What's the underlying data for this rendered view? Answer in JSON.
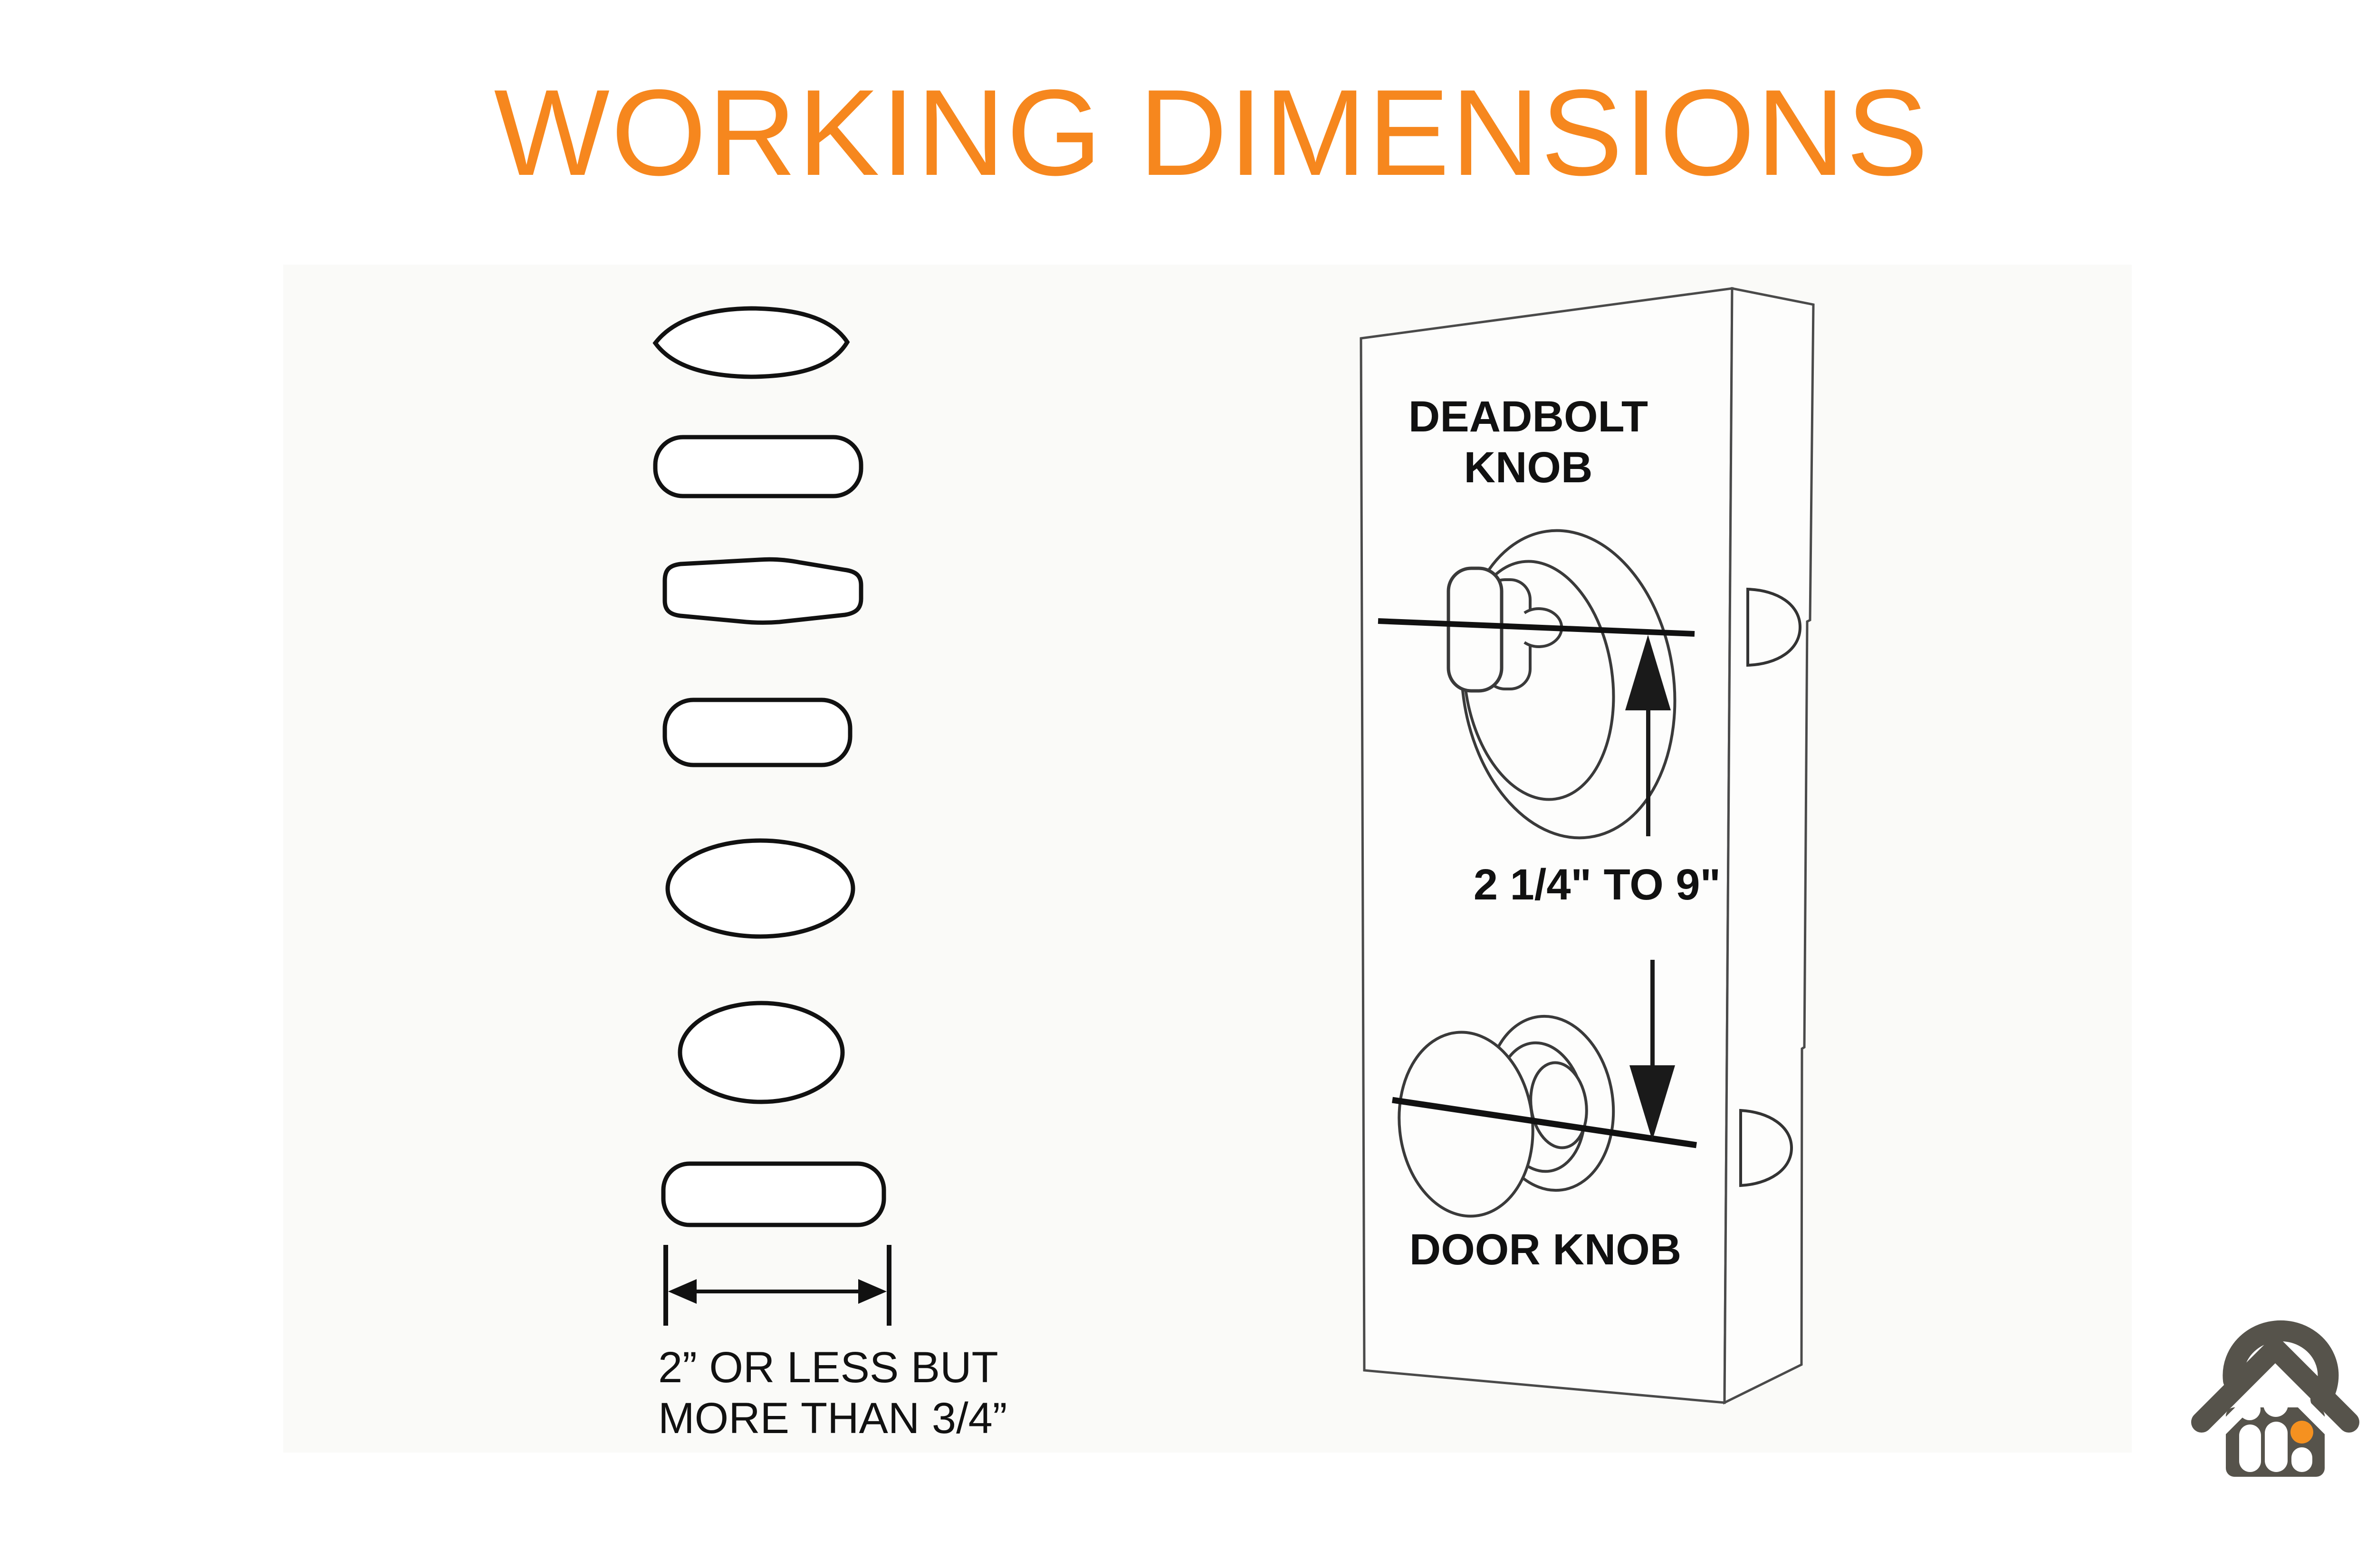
{
  "title": "WORKING DIMENSIONS",
  "left_diagram": {
    "description": "Column of seven acceptable knob / lever cross-section profile shapes",
    "shapes": [
      "pointed-oval-profile",
      "stadium-profile",
      "hexagonal-profile",
      "rounded-rectangle-profile",
      "wide-ellipse-profile",
      "oval-profile",
      "thin-rounded-rectangle-profile"
    ],
    "dimension_label_line1": "2” OR LESS BUT",
    "dimension_label_line2": "MORE THAN 3/4”"
  },
  "door_diagram": {
    "deadbolt_label_line1": "DEADBOLT",
    "deadbolt_label_line2": "KNOB",
    "distance_label": "2 1/4\" TO 9\"",
    "door_knob_label": "DOOR KNOB"
  },
  "colors": {
    "title_orange": "#f6871e",
    "line_black": "#111111",
    "door_line_gray": "#4a4a4a",
    "logo_dark_gray": "#56534b",
    "logo_orange": "#f59120",
    "background": "#ffffff",
    "scan_tint": "#fafaf8"
  }
}
